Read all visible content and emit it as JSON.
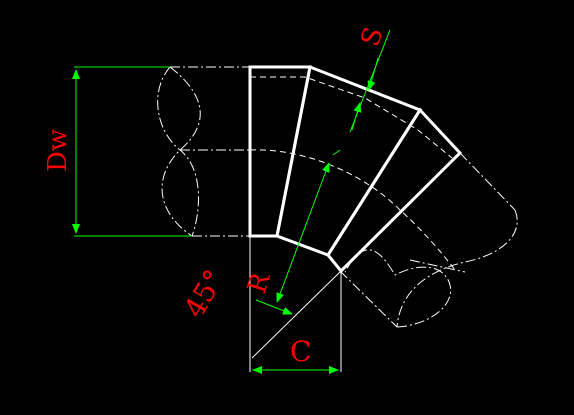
{
  "colors": {
    "background": "#000000",
    "outline": "#ffffff",
    "dimension": "#00ff00",
    "label": "#ff0000"
  },
  "labels": {
    "diameter": "Dw",
    "wall_thickness": "S",
    "angle": "45°",
    "radius": "R",
    "center_offset": "C"
  }
}
